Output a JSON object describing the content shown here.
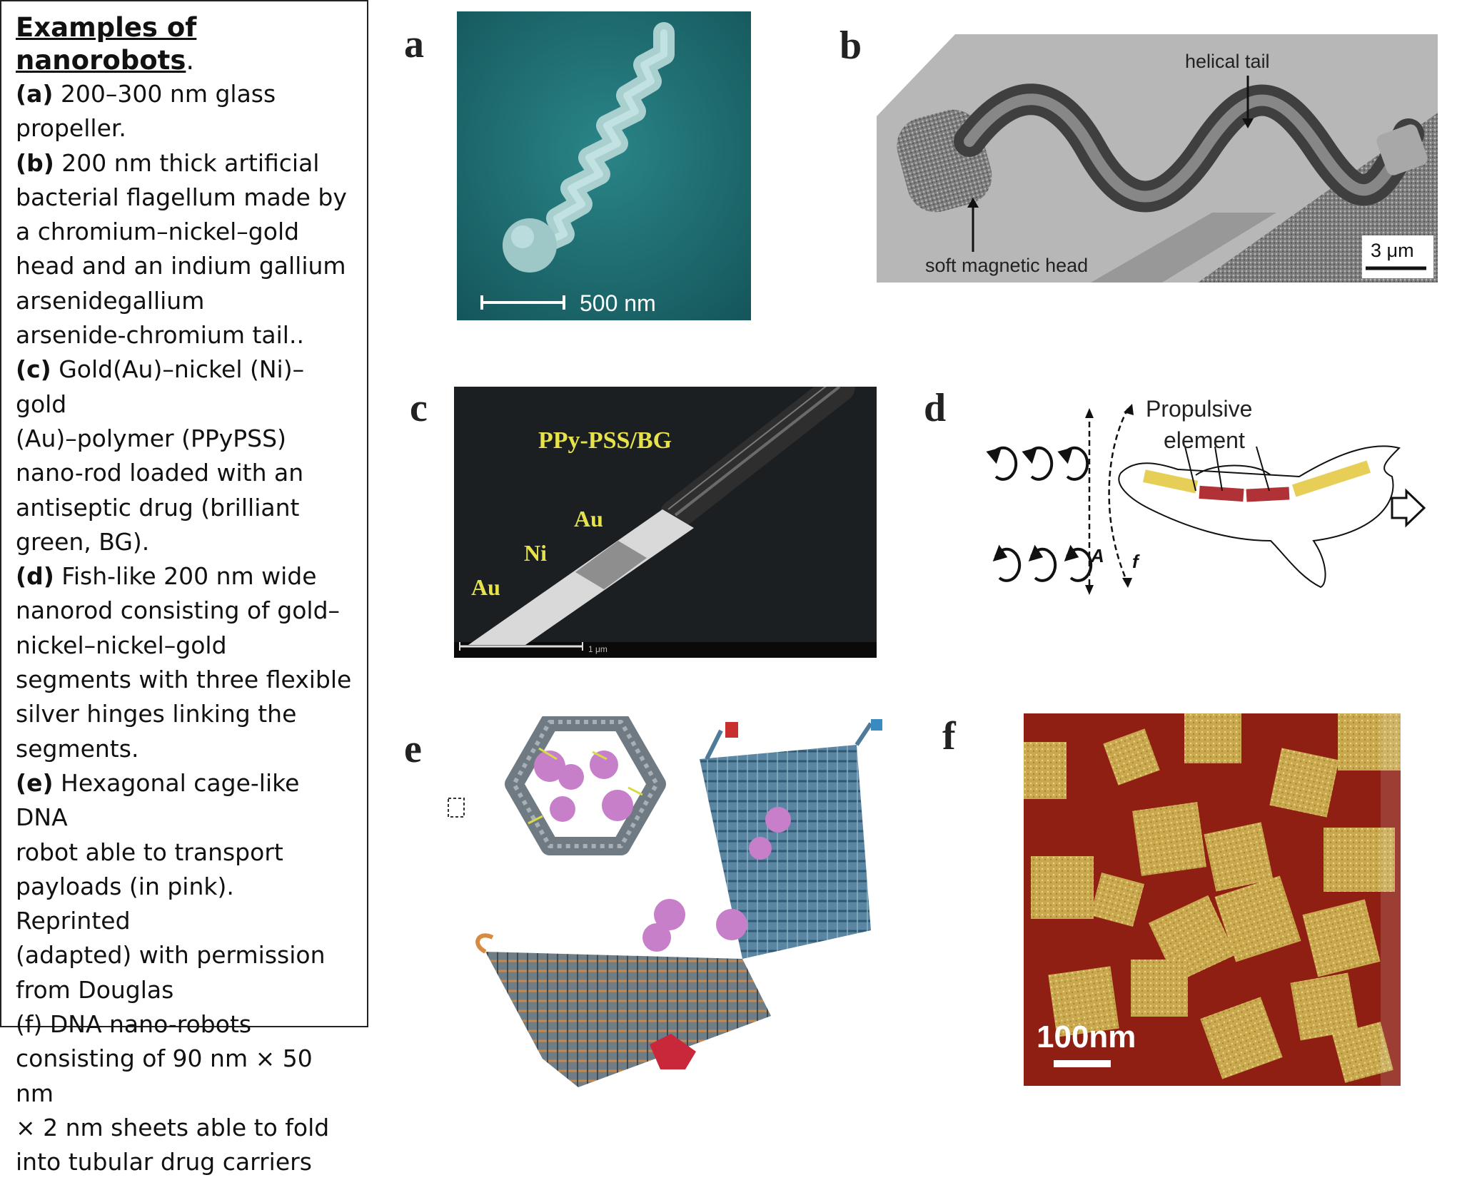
{
  "caption": {
    "title": "Examples of nanorobots",
    "title_suffix": ".",
    "items": [
      {
        "key": "(a)",
        "lines": [
          "200–300 nm glass",
          "propeller."
        ]
      },
      {
        "key": "(b)",
        "lines": [
          "200 nm thick artificial",
          "bacterial flagellum made by",
          "a chromium–nickel–gold",
          "head and an indium gallium",
          "arsenidegallium",
          "arsenide-chromium tail.."
        ]
      },
      {
        "key": "(c)",
        "lines": [
          "Gold(Au)–nickel (Ni)–gold",
          "(Au)–polymer (PPyPSS)",
          "nano-rod loaded with an",
          "antiseptic drug (brilliant",
          "green, BG)."
        ]
      },
      {
        "key": "(d)",
        "lines": [
          "Fish-like 200 nm wide",
          "nanorod consisting of gold–",
          "nickel–nickel–gold",
          "segments with three flexible",
          "silver hinges linking the",
          "segments."
        ]
      },
      {
        "key": "(e)",
        "lines": [
          "Hexagonal cage-like DNA",
          "robot able to transport",
          "payloads (in pink). Reprinted",
          "(adapted) with permission",
          "from Douglas"
        ]
      },
      {
        "key": "",
        "lines": [
          "(f) DNA nano-robots",
          "consisting of 90 nm × 50 nm",
          "× 2 nm sheets able to fold",
          "into tubular drug carriers"
        ]
      }
    ]
  },
  "panels": {
    "a": {
      "letter": "a",
      "scale": "500 nm"
    },
    "b": {
      "letter": "b",
      "label_tail": "helical tail",
      "label_head": "soft magnetic head",
      "scale": "3 μm"
    },
    "c": {
      "letter": "c",
      "label_polymer": "PPy-PSS/BG",
      "label_au1": "Au",
      "label_ni": "Ni",
      "label_au2": "Au",
      "scale": "1 μm"
    },
    "d": {
      "letter": "d",
      "label_line1": "Propulsive",
      "label_line2": "element",
      "label_A": "A",
      "label_f": "f"
    },
    "e": {
      "letter": "e"
    },
    "f": {
      "letter": "f",
      "scale": "100nm"
    }
  },
  "colors": {
    "sem_teal": "#1f6f72",
    "afm_red": "#8e1f12",
    "dna_tile": "#c9a84e",
    "segment_gold": "#e7cf57",
    "segment_red": "#b03236",
    "payload_pink": "#c77fc9",
    "label_yellow": "#e8e24a"
  }
}
